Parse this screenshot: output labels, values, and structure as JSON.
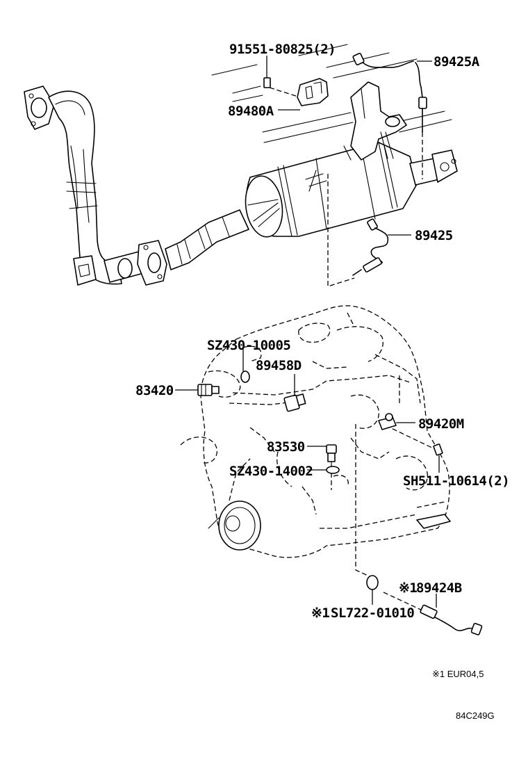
{
  "parts": [
    {
      "id": "p1",
      "text": "91551-80825(2)"
    },
    {
      "id": "p2",
      "text": "89425A"
    },
    {
      "id": "p3",
      "text": "89480A"
    },
    {
      "id": "p4",
      "text": "89425"
    },
    {
      "id": "p5",
      "text": "SZ430-10005"
    },
    {
      "id": "p6",
      "text": "89458D"
    },
    {
      "id": "p7",
      "text": "83420"
    },
    {
      "id": "p8",
      "text": "89420M"
    },
    {
      "id": "p9",
      "text": "83530"
    },
    {
      "id": "p10",
      "text": "SZ430-14002"
    },
    {
      "id": "p11",
      "text": "SH511-10614(2)"
    },
    {
      "id": "p12",
      "text": "89424B"
    },
    {
      "id": "p13",
      "text": "SL722-01010"
    }
  ],
  "markers": {
    "p12_prefix": "※1",
    "p13_prefix": "※1"
  },
  "footnote": "※1 EUR04,5",
  "drawing_code": "84C249G"
}
